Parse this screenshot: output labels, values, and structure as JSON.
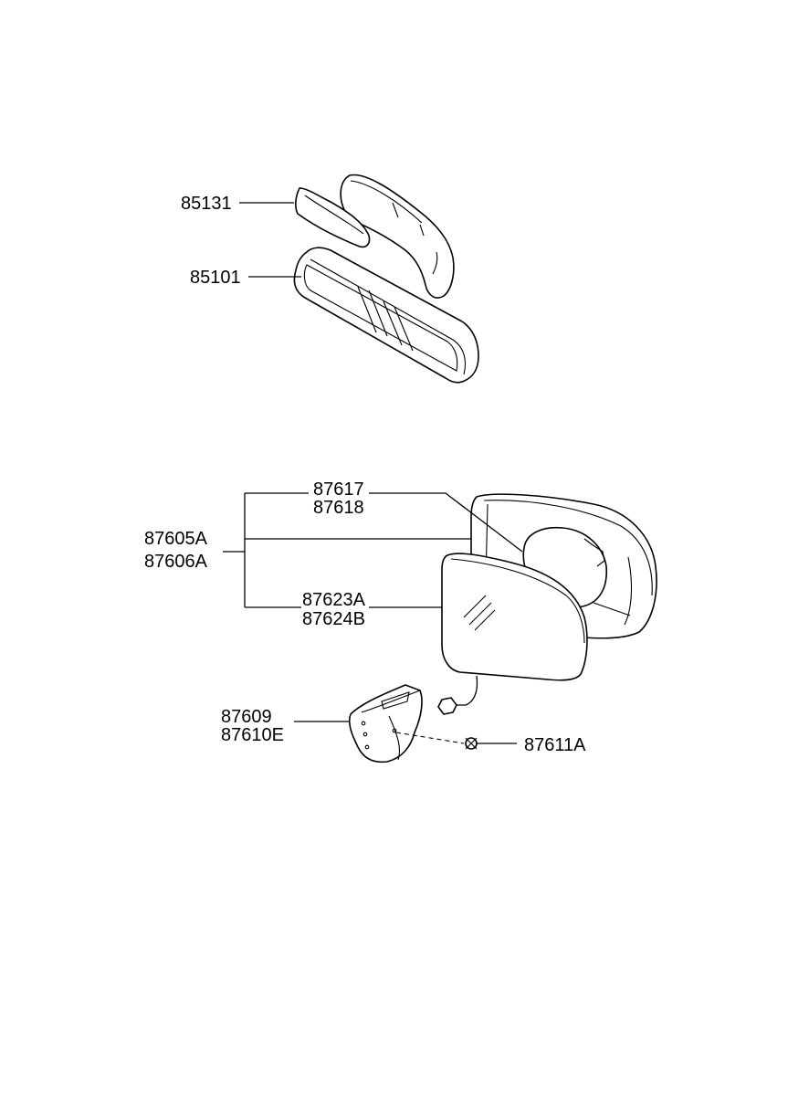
{
  "parts": {
    "p85131": "85131",
    "p85101": "85101",
    "p87617": "87617",
    "p87618": "87618",
    "p87605A": "87605A",
    "p87606A": "87606A",
    "p87623A": "87623A",
    "p87624B": "87624B",
    "p87609": "87609",
    "p87610E": "87610E",
    "p87611A": "87611A"
  }
}
